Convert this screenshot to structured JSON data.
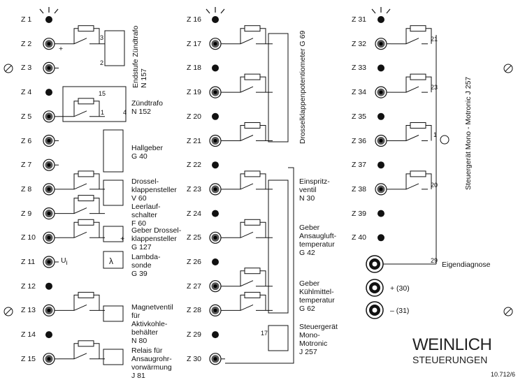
{
  "panel": {
    "terminals": [
      {
        "id": "Z 1",
        "style": "led"
      },
      {
        "id": "Z 2",
        "style": "socket"
      },
      {
        "id": "Z 3",
        "style": "socket"
      },
      {
        "id": "Z 4",
        "style": "led"
      },
      {
        "id": "Z 5",
        "style": "socket"
      },
      {
        "id": "Z 6",
        "style": "socket"
      },
      {
        "id": "Z 7",
        "style": "socket"
      },
      {
        "id": "Z 8",
        "style": "socket"
      },
      {
        "id": "Z 9",
        "style": "socket"
      },
      {
        "id": "Z 10",
        "style": "socket"
      },
      {
        "id": "Z 11",
        "style": "socket"
      },
      {
        "id": "Z 12",
        "style": "led"
      },
      {
        "id": "Z 13",
        "style": "socket"
      },
      {
        "id": "Z 14",
        "style": "led"
      },
      {
        "id": "Z 15",
        "style": "socket"
      },
      {
        "id": "Z 16",
        "style": "led"
      },
      {
        "id": "Z 17",
        "style": "socket"
      },
      {
        "id": "Z 18",
        "style": "led"
      },
      {
        "id": "Z 19",
        "style": "socket"
      },
      {
        "id": "Z 20",
        "style": "led"
      },
      {
        "id": "Z 21",
        "style": "socket"
      },
      {
        "id": "Z 22",
        "style": "led"
      },
      {
        "id": "Z 23",
        "style": "socket"
      },
      {
        "id": "Z 24",
        "style": "led"
      },
      {
        "id": "Z 25",
        "style": "socket"
      },
      {
        "id": "Z 26",
        "style": "led"
      },
      {
        "id": "Z 27",
        "style": "socket"
      },
      {
        "id": "Z 28",
        "style": "socket"
      },
      {
        "id": "Z 29",
        "style": "led"
      },
      {
        "id": "Z 30",
        "style": "socket"
      },
      {
        "id": "Z 31",
        "style": "led"
      },
      {
        "id": "Z 32",
        "style": "socket"
      },
      {
        "id": "Z 33",
        "style": "led"
      },
      {
        "id": "Z 34",
        "style": "socket"
      },
      {
        "id": "Z 35",
        "style": "led"
      },
      {
        "id": "Z 36",
        "style": "socket"
      },
      {
        "id": "Z 37",
        "style": "led"
      },
      {
        "id": "Z 38",
        "style": "socket"
      },
      {
        "id": "Z 39",
        "style": "led"
      },
      {
        "id": "Z 40",
        "style": "led"
      }
    ]
  },
  "components": {
    "endstufe": [
      "Endstufe Zündtrafo",
      "N 157"
    ],
    "zuendtrafo": [
      "Zündtrafo",
      "N 152"
    ],
    "hallgeber": [
      "Hallgeber",
      "G 40"
    ],
    "drosselklappensteller": [
      "Drossel-",
      "klappensteller",
      "V 60"
    ],
    "leerlaufschalter": [
      "Leerlauf-",
      "schalter",
      "F 60"
    ],
    "geber_drossel": [
      "Geber Drossel-",
      "klappensteller",
      "G 127"
    ],
    "lambdasonde": [
      "Lambda-",
      "sonde",
      "G 39"
    ],
    "magnetventil": [
      "Magnetventil",
      "für",
      "Aktivkohle-",
      "behälter",
      "N 80"
    ],
    "relais": [
      "Relais für",
      "Ansaugrohr-",
      "vorwärmung",
      "J 81"
    ],
    "potentiometer": "Drosselklappenpotentiometer G 69",
    "einspritzventil": [
      "Einspritz-",
      "ventil",
      "N 30"
    ],
    "geber_ansaugluft": [
      "Geber",
      "Ansaugluft-",
      "temperatur",
      "G 42"
    ],
    "geber_kuehlmittel": [
      "Geber",
      "Kühlmittel-",
      "temperatur",
      "G 62"
    ],
    "steuergeraet_small": [
      "Steuergerät",
      "Mono-",
      "Motronic",
      "J 257"
    ],
    "steuergeraet_bus": "Steuergerät Mono - Motronic J 257",
    "eigendiagnose": "Eigendiagnose",
    "plus30": "+ (30)",
    "minus31": "– (31)"
  },
  "pins": {
    "p3": "3",
    "p2": "2",
    "p15": "15",
    "p1a": "1",
    "p4": "4",
    "p21": "21",
    "p23": "23",
    "p1b": "1",
    "p20": "20",
    "p29": "29",
    "p17": "17"
  },
  "marks": {
    "ui": "U",
    "ui_sub": "i",
    "lambda": "λ",
    "plus": "+"
  },
  "brand": {
    "line1": "WEINLICH",
    "line2": "STEUERUNGEN"
  },
  "docnum": "10.712/6"
}
